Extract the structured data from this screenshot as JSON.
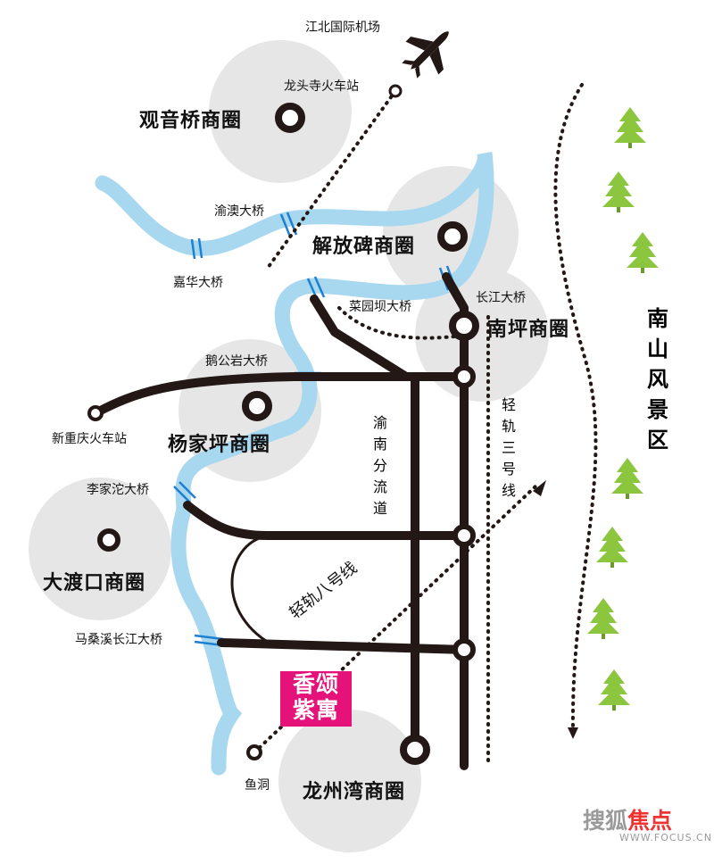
{
  "airport": "江北国际机场",
  "stations": {
    "longtousi": "龙头寺火车站",
    "new_chongqing": "新重庆火车站",
    "yudong": "鱼洞"
  },
  "bridges": {
    "yuao": "渝澳大桥",
    "jiahua": "嘉华大桥",
    "caiyuanba": "菜园坝大桥",
    "changjiang": "长江大桥",
    "egongyan": "鹅公岩大桥",
    "lijiatuo": "李家沱大桥",
    "masangxi": "马桑溪长江大桥"
  },
  "districts": {
    "guanyinqiao": "观音桥商圈",
    "jiefangbei": "解放碑商圈",
    "nanping": "南坪商圈",
    "yangjiaping": "杨家坪商圈",
    "dadukou": "大渡口商圈",
    "longzhouwan": "龙州湾商圈"
  },
  "roads": {
    "yunan": "渝南分流道",
    "line3": "轻轨三号线",
    "line8": "轻轨八号线"
  },
  "park": "南山风景区",
  "project": {
    "line1": "香颂",
    "line2": "紫寓"
  },
  "watermark": {
    "logo_a": "搜狐",
    "logo_b": "焦点",
    "url": "WWW.FOCUS.CN"
  },
  "colors": {
    "river": "#a8d8f0",
    "bridge": "#1f7fd0",
    "road": "#231815",
    "circle_bg": "#e6e6e6",
    "tree": "#8cc63f",
    "project_badge": "#e5127a"
  }
}
